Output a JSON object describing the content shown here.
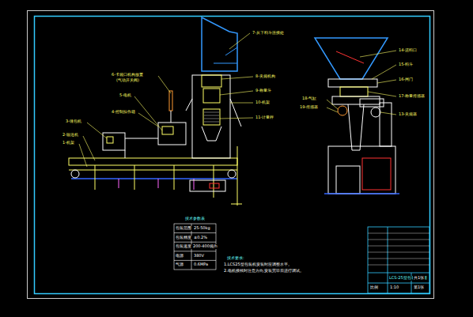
{
  "diagram": {
    "labels": [
      "7-从下料斗连接处",
      "8-夹袋机构",
      "9-称量斗",
      "10-机架",
      "11-计量秤",
      "6-卡袋口机构放置",
      "(气动开关阀)",
      "5-电机",
      "4-控制操作箱",
      "3-缝包机",
      "2-输送机",
      "1-机架",
      "14-进料口",
      "15-料斗",
      "16-闸门",
      "17-称量传感器",
      "13-夹袋器",
      "18-气缸",
      "19-传感器",
      "技术参数表",
      "包装范围",
      "25-50kg",
      "包装精度",
      "±0.2%",
      "包装速度",
      "200-400袋/h",
      "电源",
      "380V",
      "气源",
      "0.6MPa",
      "技术要求:",
      "1.LCS25型包装机安装时应调整水平。",
      "2.电机接线时注意方向,安装完毕后进行调试。",
      "LCS-25型包装机总图",
      "比例",
      "1:10",
      "共1张",
      "第1张"
    ]
  }
}
